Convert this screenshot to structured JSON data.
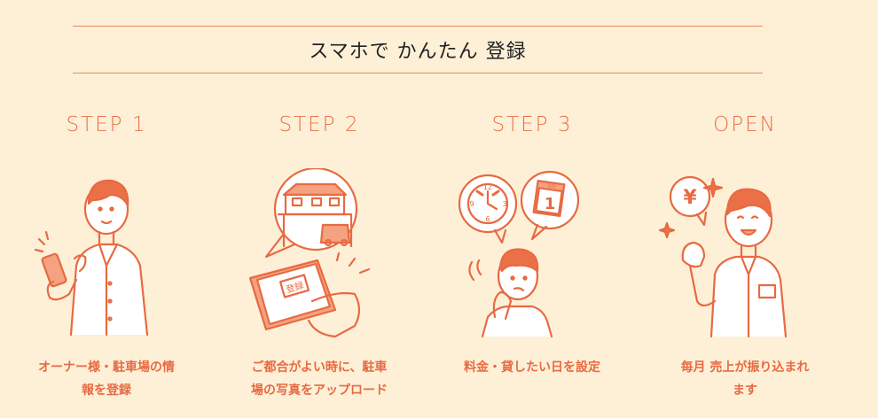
{
  "title": "スマホで かんたん 登録",
  "steps": [
    {
      "label": "STEP 1",
      "desc_line1": "オーナー様・駐車場の情",
      "desc_line2": "報を登録"
    },
    {
      "label": "STEP 2",
      "desc_line1": "ご都合がよい時に、駐車",
      "desc_line2": "場の写真をアップロード"
    },
    {
      "label": "STEP 3",
      "desc_line1": "料金・貸したい日を設定",
      "desc_line2": ""
    },
    {
      "label": "OPEN",
      "desc_line1": "毎月 売上が振り込まれ",
      "desc_line2": "ます"
    }
  ],
  "icons": {
    "step1": "person-with-phone-icon",
    "step2": "phone-photo-of-house-icon",
    "step3": "person-thinking-clock-calendar-icon",
    "open": "person-happy-yen-icon"
  },
  "illus_text": {
    "stamp": "登録",
    "yen": "¥",
    "calendar_month": "3月",
    "calendar_day": "1",
    "clock_12": "12",
    "clock_3": "3",
    "clock_6": "6",
    "clock_9": "9"
  },
  "colors": {
    "accent": "#eb7048",
    "background": "#fdf0d7",
    "title": "#222222",
    "rule": "#e98a5f"
  }
}
